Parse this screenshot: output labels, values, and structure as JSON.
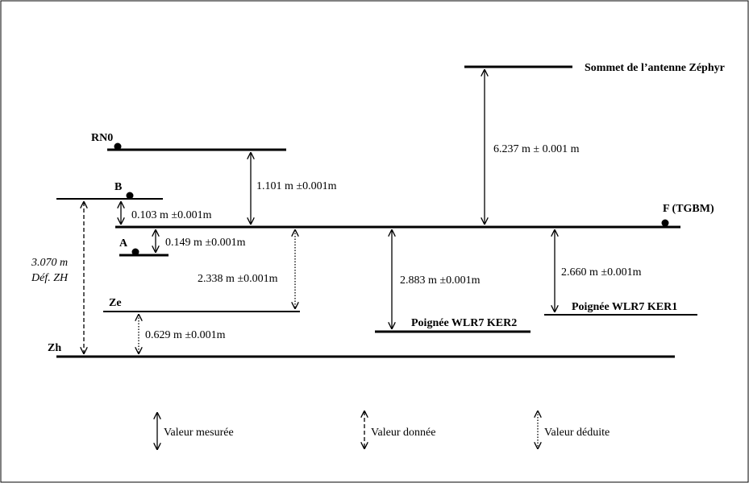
{
  "levels": {
    "rn0": "RN0",
    "b": "B",
    "a": "A",
    "f_tgbm": "F (TGBM)",
    "ze": "Ze",
    "zh": "Zh",
    "sommet": "Sommet de l’antenne Zéphyr",
    "ker2": "Poignée WLR7 KER2",
    "ker1": "Poignée WLR7 KER1"
  },
  "measures": {
    "rn0_to_f": "1.101 m ±0.001m",
    "b_to_f": "0.103 m ±0.001m",
    "f_to_a": "0.149 m ±0.001m",
    "f_to_ze": "2.338 m ±0.001m",
    "ze_to_zh": "0.629 m ±0.001m",
    "def_zh_value": "3.070 m",
    "def_zh_label": "Déf. ZH",
    "f_to_sommet": "6.237 m ± 0.001 m",
    "f_to_ker2": "2.883 m ±0.001m",
    "f_to_ker1": "2.660 m ±0.001m"
  },
  "legend": {
    "measured": "Valeur mesurée",
    "given": "Valeur donnée",
    "deduced": "Valeur déduite"
  }
}
